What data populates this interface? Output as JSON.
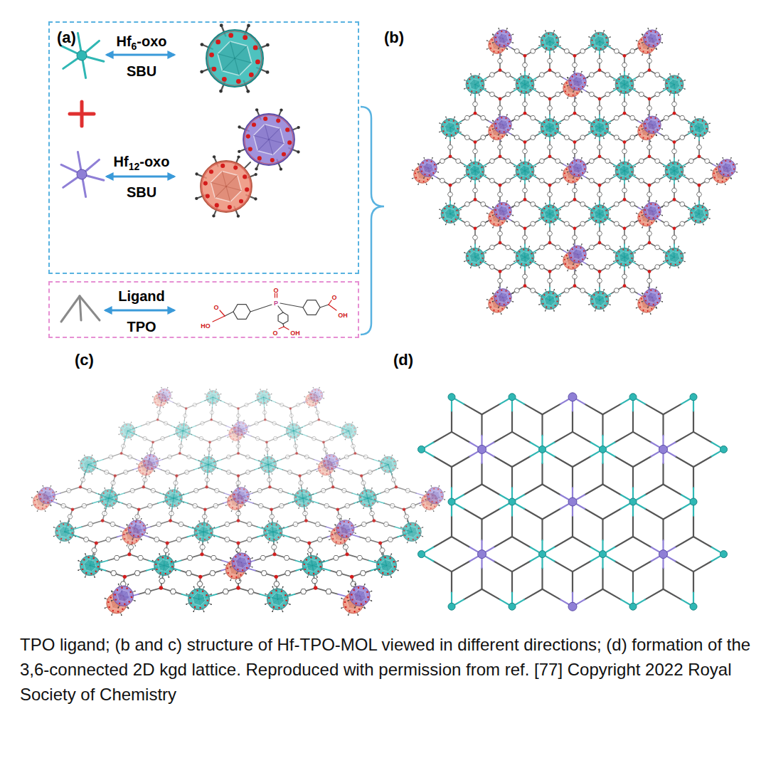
{
  "diagram": {
    "caption": "TPO ligand; (b and c) structure of Hf-TPO-MOL viewed in different directions; (d) formation of the 3,6-connected 2D kgd lattice. Reproduced with permission from ref. [77] Copyright 2022 Royal Society of Chemistry",
    "nodes": [
      {
        "text": [
          "(a)",
          "Hf6-oxo",
          "SBU",
          "Hf12-oxo",
          "SBU"
        ]
      },
      {
        "text": [
          "Ligand",
          "TPO"
        ]
      }
    ],
    "labels": [
      "(b)",
      "(c)",
      "(d)",
      "O",
      "P",
      "O",
      "HO",
      "O",
      "OH",
      "O",
      "OH"
    ]
  }
}
